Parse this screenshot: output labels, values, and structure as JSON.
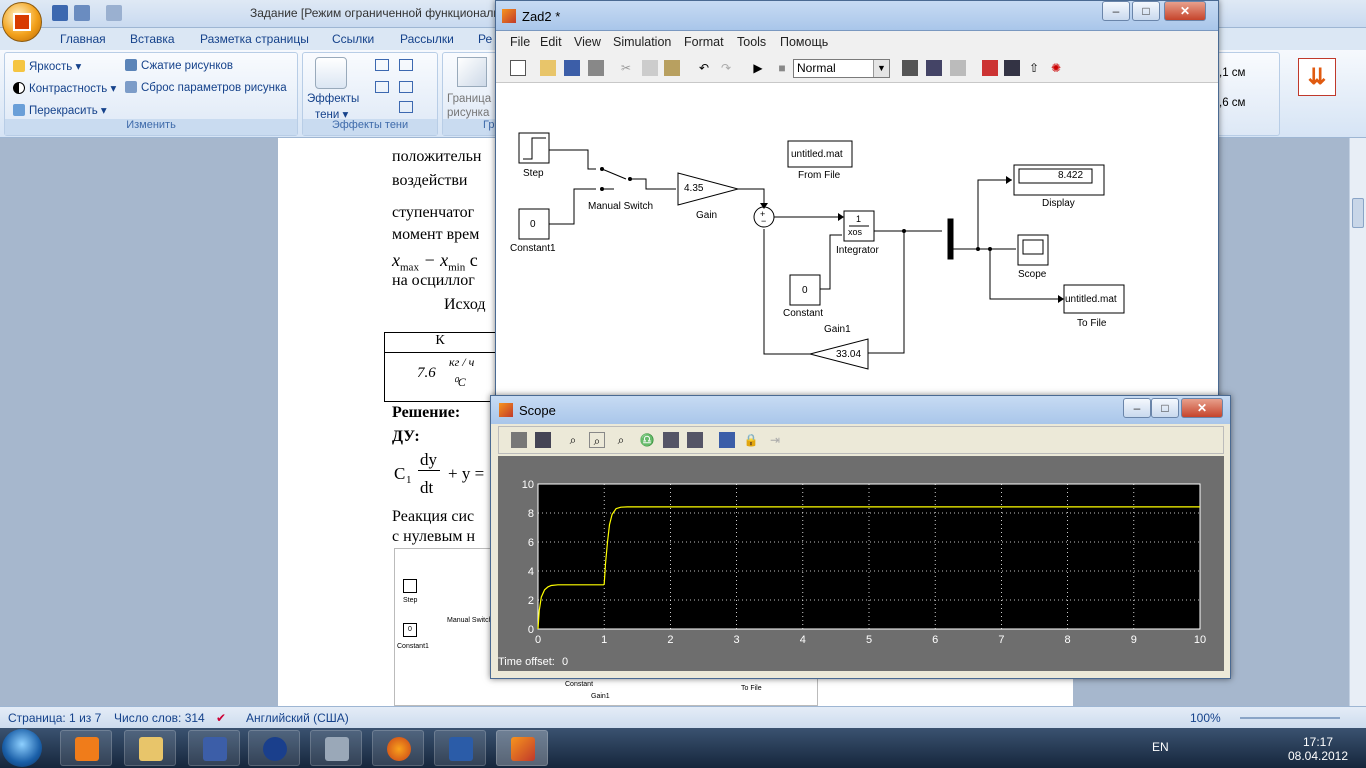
{
  "word": {
    "title": "Задание [Режим ограниченной функциональности",
    "tabs": [
      "Главная",
      "Вставка",
      "Разметка страницы",
      "Ссылки",
      "Рассылки",
      "Ре"
    ],
    "ribbon": {
      "brightness": "Яркость",
      "contrast": "Контрастность",
      "recolor": "Перекрасить",
      "compress": "Сжатие рисунков",
      "reset": "Сброс параметров рисунка",
      "group_change": "Изменить",
      "shadow_effects_l1": "Эффекты",
      "shadow_effects_l2": "тени",
      "group_shadow": "Эффекты тени",
      "border_l1": "Граница",
      "border_l2": "рисунка",
      "group_partial": "Гр",
      "size_h": ",1 см",
      "size_w": ",6 см"
    },
    "doc": {
      "line1": "положительн",
      "line2": "воздействи",
      "line3": "ступенчатог",
      "line4": "момент   врем",
      "line5": "x",
      "line5_sub1": "max",
      "line5_mid": " − x",
      "line5_sub2": "min",
      "line5_tail": "  с",
      "line6": "на осциллог",
      "line7": "Исход",
      "table_head": "К",
      "table_val": "7.6",
      "table_unit_top": "кг / ч",
      "table_unit_bot": "⁰С",
      "solution": "Решение:",
      "du": "ДУ:",
      "eq_c": "C",
      "eq_sub": "1",
      "eq_num": "dy",
      "eq_den": "dt",
      "eq_tail": "+ y =",
      "reaction1": "Реакция сис",
      "reaction2": "с нулевым н",
      "thumb_step": "Step",
      "thumb_switch": "Manual Switch",
      "thumb_const1": "Constant1",
      "thumb_const": "Constant",
      "thumb_gain1": "Gain1",
      "thumb_tofile": "To File",
      "thumb_zero": "0"
    },
    "status": {
      "page": "Страница: 1 из 7",
      "words": "Число слов: 314",
      "lang": "Английский (США)",
      "zoom": "100%"
    }
  },
  "simulink": {
    "title": "Zad2 *",
    "menus": [
      "File",
      "Edit",
      "View",
      "Simulation",
      "Format",
      "Tools",
      "Помощь"
    ],
    "mode": "Normal",
    "blocks": {
      "step": "Step",
      "constant1_val": "0",
      "constant1": "Constant1",
      "switch": "Manual Switch",
      "gain_val": "4.35",
      "gain": "Gain",
      "fromfile_val": "untitled.mat",
      "fromfile": "From File",
      "sum_plus": "+",
      "sum_minus": "−",
      "integ_num": "1",
      "integ_den": "xos",
      "integrator": "Integrator",
      "constant_val": "0",
      "constant": "Constant",
      "gain1_val": "33.04",
      "gain1": "Gain1",
      "display_val": "8.422",
      "display": "Display",
      "scope": "Scope",
      "tofile_val": "untitled.mat",
      "tofile": "To File"
    }
  },
  "scope": {
    "title": "Scope",
    "time_offset_label": "Time offset:",
    "time_offset_val": "0"
  },
  "chart_data": {
    "type": "line",
    "title": "",
    "xlabel": "",
    "ylabel": "",
    "xlim": [
      0,
      10
    ],
    "ylim": [
      0,
      10
    ],
    "xticks": [
      0,
      1,
      2,
      3,
      4,
      5,
      6,
      7,
      8,
      9,
      10
    ],
    "yticks": [
      0,
      2,
      4,
      6,
      8,
      10
    ],
    "grid": true,
    "background": "#000000",
    "line_color": "#ffff00",
    "series": [
      {
        "x": [
          0,
          0.02,
          0.05,
          0.1,
          0.15,
          0.2,
          0.3,
          0.4,
          0.6,
          0.8,
          0.99,
          1.0,
          1.02,
          1.05,
          1.08,
          1.12,
          1.18,
          1.25,
          1.35,
          1.5,
          2,
          3,
          4,
          5,
          6,
          7,
          8,
          9,
          10
        ],
        "values": [
          0,
          1.3,
          2.2,
          2.7,
          2.9,
          3.0,
          3.05,
          3.05,
          3.05,
          3.05,
          3.05,
          3.1,
          4.5,
          6.0,
          7.2,
          7.9,
          8.3,
          8.4,
          8.42,
          8.42,
          8.42,
          8.42,
          8.42,
          8.42,
          8.42,
          8.42,
          8.42,
          8.42,
          8.42
        ]
      }
    ]
  },
  "taskbar": {
    "lang": "EN",
    "time": "17:17",
    "date": "08.04.2012"
  },
  "colors": {
    "ribbon_text": "#15428b",
    "scope_bg": "#6e6e6e",
    "plot_bg": "#000000",
    "trace": "#ffff00"
  }
}
